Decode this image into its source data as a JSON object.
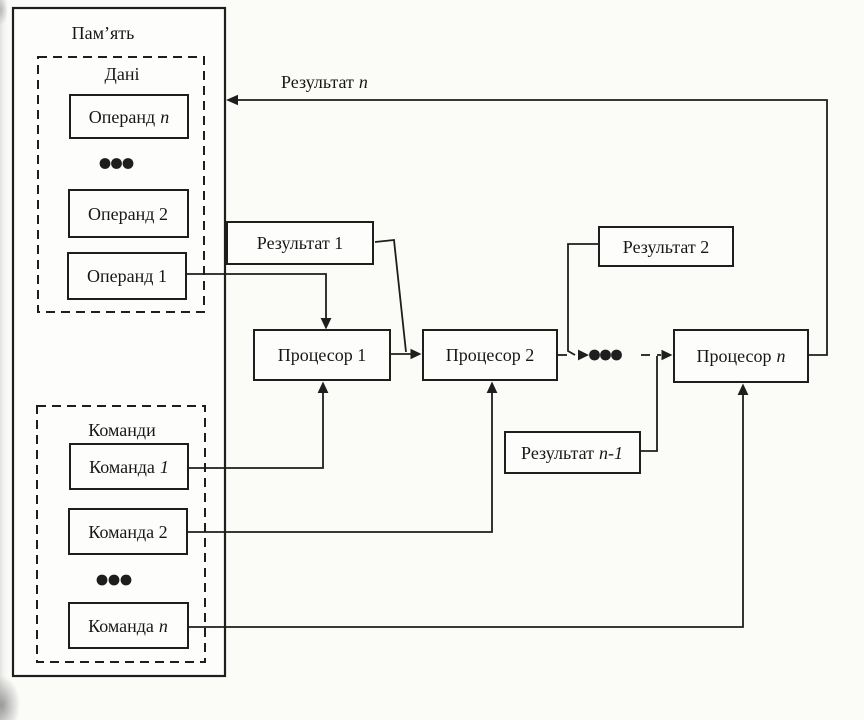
{
  "colors": {
    "ink": "#1e1e1e",
    "paper": "#fbfbf8",
    "box_fill": "#fdfdfc"
  },
  "memory": {
    "label": "Пам’ять",
    "data_section": {
      "label": "Дані",
      "ellipsis": "•••",
      "boxes": [
        {
          "main": "Операнд",
          "var": "n"
        },
        {
          "main": "Операнд 2",
          "var": ""
        },
        {
          "main": "Операнд 1",
          "var": ""
        }
      ]
    },
    "commands_section": {
      "label": "Команди",
      "ellipsis": "•••",
      "boxes": [
        {
          "main": "Команда",
          "var": "1"
        },
        {
          "main": "Команда 2",
          "var": ""
        },
        {
          "main": "Команда",
          "var": "n"
        }
      ]
    }
  },
  "processors": [
    {
      "main": "Процесор 1",
      "var": ""
    },
    {
      "main": "Процесор 2",
      "var": ""
    },
    {
      "main": "Процесор",
      "var": "n"
    }
  ],
  "results": {
    "result_1": {
      "main": "Результат 1",
      "var": ""
    },
    "result_2": {
      "main": "Результат 2",
      "var": ""
    },
    "result_n_minus_1": {
      "main": "Результат",
      "var": "n-1"
    },
    "result_n": {
      "main": "Результат",
      "var": "n"
    }
  },
  "pipeline": {
    "ellipsis": "•••"
  }
}
